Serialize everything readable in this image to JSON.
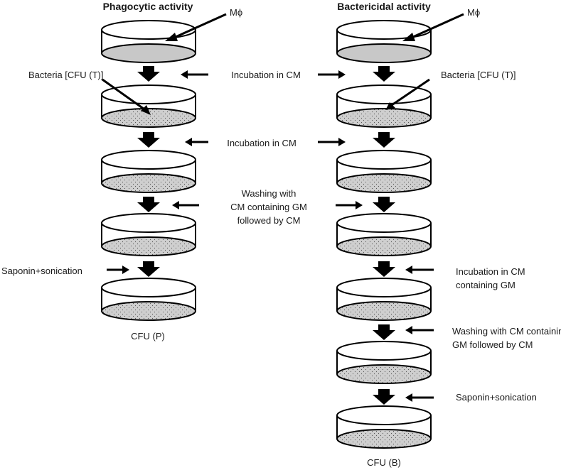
{
  "headers": {
    "phagocytic": "Phagocytic activity",
    "bactericidal": "Bactericidal activity"
  },
  "labels": {
    "mphi_left": "Mϕ",
    "mphi_right": "Mϕ",
    "bacteria_left": "Bacteria [CFU (T)]",
    "bacteria_right": "Bacteria [CFU (T)]",
    "incubation_cm_1": "Incubation in CM",
    "incubation_cm_2": "Incubation in CM",
    "washing_line1": "Washing with",
    "washing_line2": "CM containing GM",
    "washing_line3": "followed by CM",
    "saponin_left": "Saponin+sonication",
    "incubation_gm_line1": "Incubation in CM",
    "incubation_gm_line2": "containing GM",
    "washing_gm_line1": "Washing with CM containing",
    "washing_gm_line2": "GM followed by CM",
    "saponin_right": "Saponin+sonication",
    "cfu_p": "CFU (P)",
    "cfu_b": "CFU (B)"
  },
  "colors": {
    "macrophage_fill": "#c8c8c8",
    "bacteria_fill": "#cfcfcf",
    "bacteria_dots": "#555555",
    "ink": "#000000"
  }
}
